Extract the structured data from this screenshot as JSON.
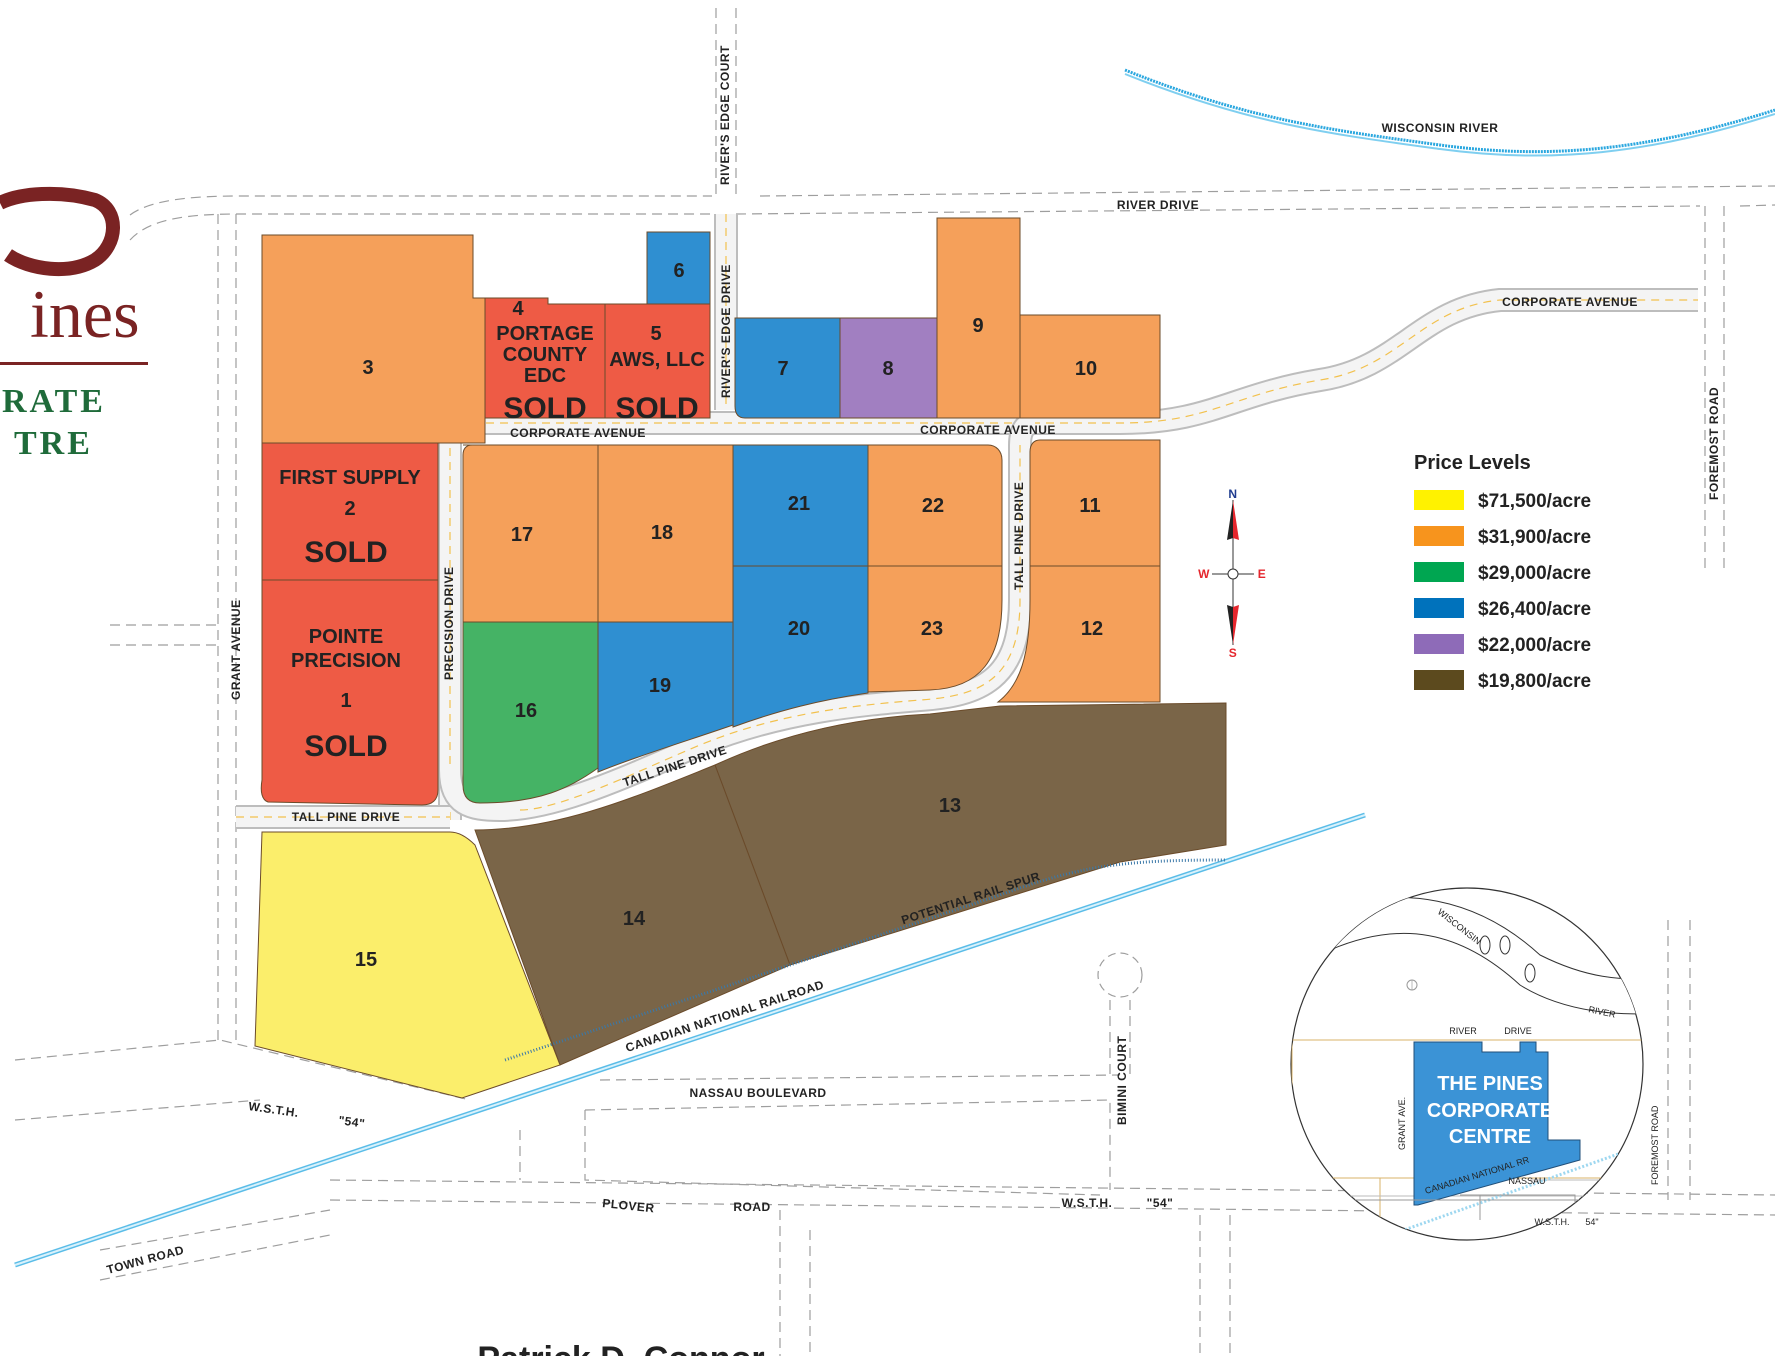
{
  "logo": {
    "line1": "ines",
    "line2": "RATE",
    "line3": "TRE",
    "brand_color": "#7a2323",
    "accent_color": "#1f6b3a"
  },
  "lots": [
    {
      "id": "lot-1",
      "number": "1",
      "owner": "POINTE\nPRECISION",
      "status": "SOLD",
      "color": "#ee5b45"
    },
    {
      "id": "lot-2",
      "number": "2",
      "owner": "FIRST SUPPLY",
      "status": "SOLD",
      "color": "#ee5b45"
    },
    {
      "id": "lot-3",
      "number": "3",
      "owner": "",
      "status": "",
      "color": "#f5a05a"
    },
    {
      "id": "lot-4",
      "number": "4",
      "owner": "PORTAGE\nCOUNTY\nEDC",
      "status": "SOLD",
      "color": "#ee5b45"
    },
    {
      "id": "lot-5",
      "number": "5",
      "owner": "AWS, LLC",
      "status": "SOLD",
      "color": "#ee5b45"
    },
    {
      "id": "lot-6",
      "number": "6",
      "owner": "",
      "status": "",
      "color": "#2f8fd1"
    },
    {
      "id": "lot-7",
      "number": "7",
      "owner": "",
      "status": "",
      "color": "#2f8fd1"
    },
    {
      "id": "lot-8",
      "number": "8",
      "owner": "",
      "status": "",
      "color": "#a17fc1"
    },
    {
      "id": "lot-9",
      "number": "9",
      "owner": "",
      "status": "",
      "color": "#f5a05a"
    },
    {
      "id": "lot-10",
      "number": "10",
      "owner": "",
      "status": "",
      "color": "#f5a05a"
    },
    {
      "id": "lot-11",
      "number": "11",
      "owner": "",
      "status": "",
      "color": "#f5a05a"
    },
    {
      "id": "lot-12",
      "number": "12",
      "owner": "",
      "status": "",
      "color": "#f5a05a"
    },
    {
      "id": "lot-13",
      "number": "13",
      "owner": "",
      "status": "",
      "color": "#7a6548"
    },
    {
      "id": "lot-14",
      "number": "14",
      "owner": "",
      "status": "",
      "color": "#7a6548"
    },
    {
      "id": "lot-15",
      "number": "15",
      "owner": "",
      "status": "",
      "color": "#fbee6b"
    },
    {
      "id": "lot-16",
      "number": "16",
      "owner": "",
      "status": "",
      "color": "#45b365"
    },
    {
      "id": "lot-17",
      "number": "17",
      "owner": "",
      "status": "",
      "color": "#f5a05a"
    },
    {
      "id": "lot-18",
      "number": "18",
      "owner": "",
      "status": "",
      "color": "#f5a05a"
    },
    {
      "id": "lot-19",
      "number": "19",
      "owner": "",
      "status": "",
      "color": "#2f8fd1"
    },
    {
      "id": "lot-20",
      "number": "20",
      "owner": "",
      "status": "",
      "color": "#2f8fd1"
    },
    {
      "id": "lot-21",
      "number": "21",
      "owner": "",
      "status": "",
      "color": "#2f8fd1"
    },
    {
      "id": "lot-22",
      "number": "22",
      "owner": "",
      "status": "",
      "color": "#f5a05a"
    },
    {
      "id": "lot-23",
      "number": "23",
      "owner": "",
      "status": "",
      "color": "#f5a05a"
    }
  ],
  "roads": {
    "river_drive": "RIVER DRIVE",
    "rivers_edge_court": "RIVER'S EDGE COURT",
    "rivers_edge_drive": "RIVER'S EDGE DRIVE",
    "corporate_avenue": "CORPORATE AVENUE",
    "corporate_avenue_2": "CORPORATE AVENUE",
    "corporate_avenue_3": "CORPORATE AVENUE",
    "grant_avenue": "GRANT AVENUE",
    "precision_drive": "PRECISION DRIVE",
    "tall_pine_drive_w": "TALL PINE DRIVE",
    "tall_pine_drive_s": "TALL PINE DRIVE",
    "tall_pine_drive_n": "TALL PINE DRIVE",
    "foremost_road": "FOREMOST ROAD",
    "potential_rail_spur": "POTENTIAL RAIL SPUR",
    "canadian_national_railroad": "CANADIAN NATIONAL RAILROAD",
    "wsth": "W.S.T.H.",
    "wsth_num": "\"54\"",
    "nassau_boulevard": "NASSAU BOULEVARD",
    "bimini_court": "BIMINI COURT",
    "plover": "PLOVER",
    "road": "ROAD",
    "wsth_2": "W.S.T.H.",
    "wsth_2_num": "\"54\"",
    "town_road": "TOWN ROAD",
    "wisconsin_river": "WISCONSIN RIVER"
  },
  "compass": {
    "n": "N",
    "s": "S",
    "e": "E",
    "w": "W"
  },
  "legend": {
    "title": "Price Levels",
    "items": [
      {
        "label": "$71,500/acre",
        "color": "#fff200"
      },
      {
        "label": "$31,900/acre",
        "color": "#f7941d"
      },
      {
        "label": "$29,000/acre",
        "color": "#00a651"
      },
      {
        "label": "$26,400/acre",
        "color": "#0072bc"
      },
      {
        "label": "$22,000/acre",
        "color": "#8e6bb8"
      },
      {
        "label": "$19,800/acre",
        "color": "#5c4a1e"
      }
    ]
  },
  "inset": {
    "title_1": "THE PINES",
    "title_2": "CORPORATE",
    "title_3": "CENTRE",
    "wisconsin": "WISCONSIN",
    "river": "RIVER",
    "river_drive_1": "RIVER",
    "river_drive_2": "DRIVE",
    "grant_ave": "GRANT AVE.",
    "foremost_road": "FOREMOST ROAD",
    "canadian_national_rr": "CANADIAN NATIONAL RR",
    "nassau": "NASSAU",
    "wsth": "W.S.T.H.",
    "wsth_num": "54\"",
    "fill_color": "#3b93d6"
  },
  "footer": {
    "name": "Patrick D. Connor"
  }
}
